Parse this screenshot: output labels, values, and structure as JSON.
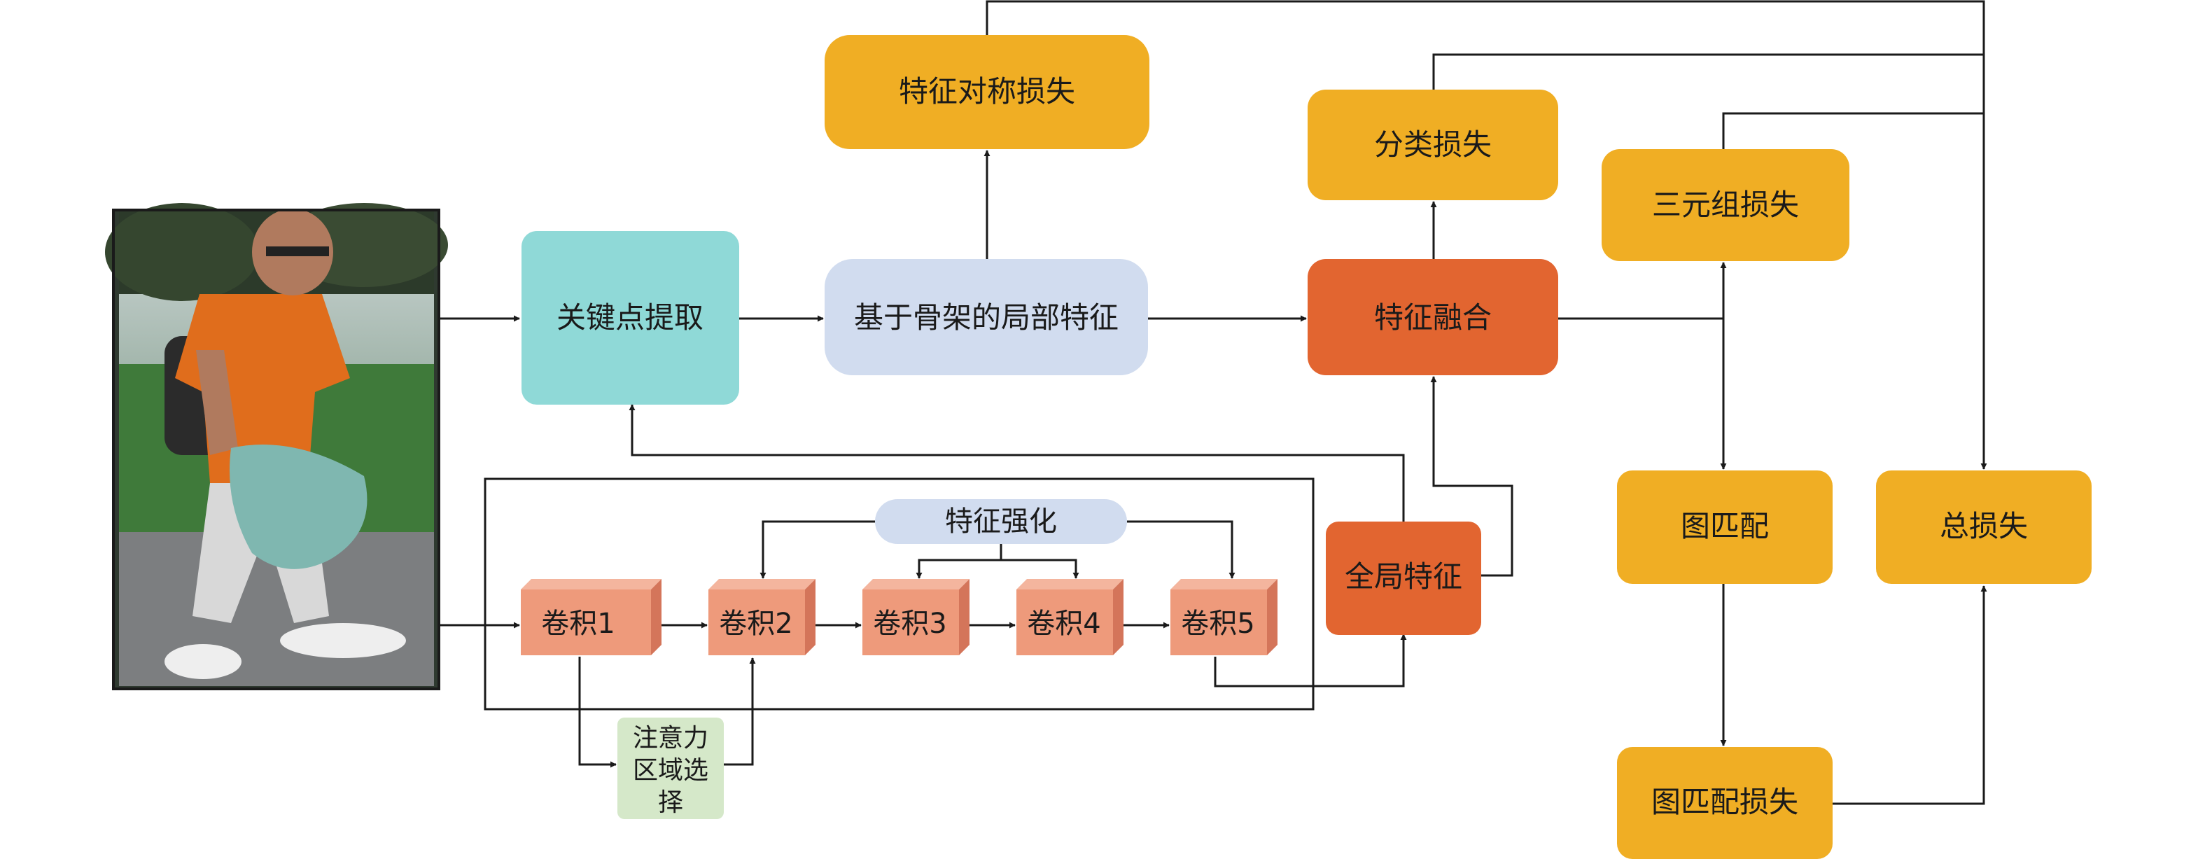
{
  "colors": {
    "yellow": "#F0AE24",
    "orange": "#E26530",
    "teal": "#8FD9D7",
    "lavender": "#D1DCEF",
    "salmon": "#EE9A7B",
    "salmon_dark": "#D4755A",
    "salmon_top": "#F4B59E",
    "green": "#D5E8C9",
    "line": "#1a1a1a"
  },
  "photo": {
    "description_icon": "person-photo"
  },
  "nodes": {
    "keypoint_extraction": "关键点提取",
    "skeleton_local_feature": "基于骨架的局部特征",
    "feature_symmetry_loss": "特征对称损失",
    "feature_fusion": "特征融合",
    "classification_loss": "分类损失",
    "triplet_loss": "三元组损失",
    "graph_matching": "图匹配",
    "graph_matching_loss": "图匹配损失",
    "total_loss": "总损失",
    "global_feature": "全局特征",
    "feature_enhancement": "特征强化",
    "attention_lines": [
      "注意力",
      "区域选",
      "择"
    ],
    "conv": [
      "卷积1",
      "卷积2",
      "卷积3",
      "卷积4",
      "卷积5"
    ]
  }
}
